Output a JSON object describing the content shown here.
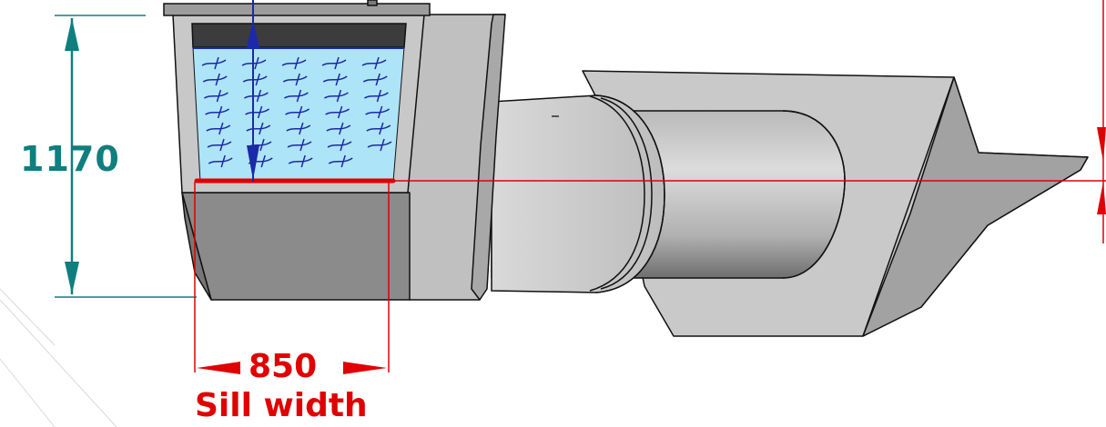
{
  "dimensions": {
    "height_value": "1170",
    "width_value": "850",
    "width_caption": "Sill width"
  },
  "colors": {
    "height_dimension": "#0f7e7e",
    "sill_dimension": "#e00000",
    "water": "#aee4f7",
    "water_ripple": "#1a2aa8",
    "gate_blade": "#3c3c3c",
    "concrete_light": "#c4c4c4",
    "concrete_dark": "#8a8a8a",
    "outline": "#111111"
  },
  "icons": [
    "height-arrow-icon",
    "width-arrow-icon",
    "water-level-arrow-icon"
  ]
}
